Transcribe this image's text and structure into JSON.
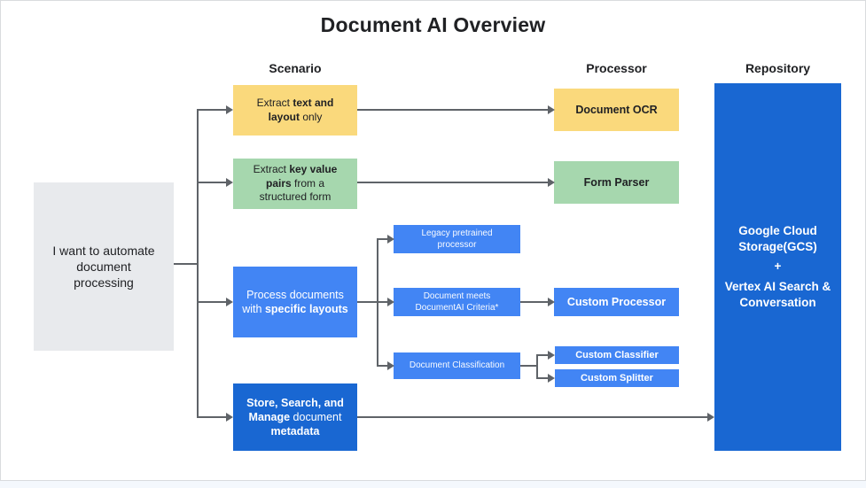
{
  "title": "Document AI Overview",
  "columns": {
    "scenario": "Scenario",
    "processor": "Processor",
    "repository": "Repository"
  },
  "prompt": {
    "l1": "I want to automate",
    "l2": "document",
    "l3": "processing"
  },
  "scenarios": {
    "extract_text": {
      "l1_pre": "Extract ",
      "l1_bold": "text and",
      "l2_bold": "layout",
      "l2_post": " only"
    },
    "extract_kv": {
      "l1_pre": "Extract ",
      "l1_bold": "key value",
      "l2_bold": "pairs",
      "l2_post": " from a",
      "l3": "structured form"
    },
    "specific_layouts": {
      "l1": "Process documents",
      "l2_pre": "with ",
      "l2_bold": "specific layouts"
    },
    "store_search": {
      "l1_bold": "Store, Search, and",
      "l2_bold": "Manage",
      "l2_post": " document",
      "l3_bold": "metadata"
    }
  },
  "decisions": {
    "legacy": "Legacy pretrained processor",
    "criteria": "Document meets DocumentAI Criteria*",
    "classification": "Document Classification"
  },
  "processors": {
    "ocr": "Document OCR",
    "form_parser": "Form Parser",
    "custom_processor": "Custom Processor",
    "custom_classifier": "Custom Classifier",
    "custom_splitter": "Custom Splitter"
  },
  "repository": {
    "line1": "Google Cloud Storage(GCS)",
    "plus": "+",
    "line2": "Vertex AI Search & Conversation"
  },
  "colors": {
    "yellow": "#fad97c",
    "green": "#a6d7ae",
    "blue": "#4285f4",
    "dark_blue": "#1967d2",
    "gray": "#e8eaed",
    "connector": "#5f6368",
    "text_dark": "#202124"
  }
}
